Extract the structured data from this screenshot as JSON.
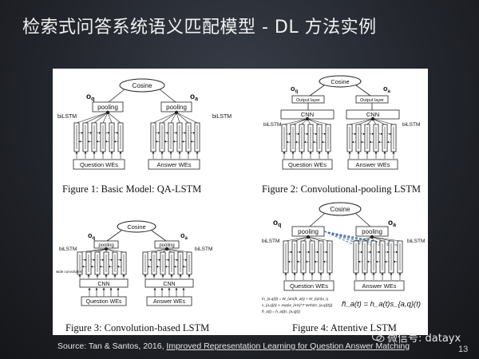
{
  "slide": {
    "title": "检索式问答系统语义匹配模型 - DL 方法实例",
    "page_number": "13"
  },
  "figures": {
    "fig1": {
      "caption": "Figure 1: Basic Model: QA-LSTM",
      "cosine": "Cosine",
      "pooling_left": "pooling",
      "pooling_right": "pooling",
      "oq": "o",
      "oq_sub": "q",
      "oa": "o",
      "oa_sub": "a",
      "bilstm_left": "biLSTM",
      "bilstm_right": "biLSTM",
      "question": "Question WEs",
      "answer": "Answer WEs"
    },
    "fig2": {
      "caption": "Figure 2: Convolutional-pooling LSTM",
      "cosine": "Cosine",
      "output_left": "Output layer",
      "output_right": "Output layer",
      "cnn_left": "CNN",
      "cnn_right": "CNN",
      "oq": "o",
      "oq_sub": "q",
      "oa": "o",
      "oa_sub": "a",
      "bilstm_left": "biLSTM",
      "bilstm_right": "biLSTM",
      "question": "Question WEs",
      "answer": "Answer WEs"
    },
    "fig3": {
      "caption": "Figure 3: Convolution-based LSTM",
      "cosine": "Cosine",
      "pooling_left": "pooling",
      "pooling_right": "pooling",
      "cnn_left": "CNN",
      "cnn_right": "CNN",
      "wide": "wide convolution",
      "oq": "o",
      "oq_sub": "q",
      "oa": "o",
      "oa_sub": "a",
      "bilstm_left": "biLSTM",
      "bilstm_right": "biLSTM",
      "question": "Question WEs",
      "answer": "Answer WEs"
    },
    "fig4": {
      "caption": "Figure 4: Attentive LSTM",
      "cosine": "Cosine",
      "pooling_left": "pooling",
      "pooling_right": "pooling",
      "oq": "o",
      "oq_sub": "q",
      "oa": "o",
      "oa_sub": "a",
      "bilstm_left": "biLSTM",
      "bilstm_right": "biLSTM",
      "question": "Question WEs",
      "answer": "Answer WEs",
      "eq1": "m_{a,q}(t) = W_{am}h_a(t) + W_{qm}o_q",
      "eq2": "s_{a,q}(t) ∝ exp(w_{ms}^T tanh(m_{a,q}(t)))",
      "eq3": "h̃_a(t) = h_a(t)s_{a,q}(t)",
      "eq_main": "h̃_a(t) = h_a(t)s_{a,q}(t)"
    }
  },
  "source": {
    "prefix": "Source: Tan & Santos, 2016, ",
    "link": "Improved Representation Learning for Question Answer Matching"
  },
  "watermark": {
    "text": "微信号: datayx"
  }
}
